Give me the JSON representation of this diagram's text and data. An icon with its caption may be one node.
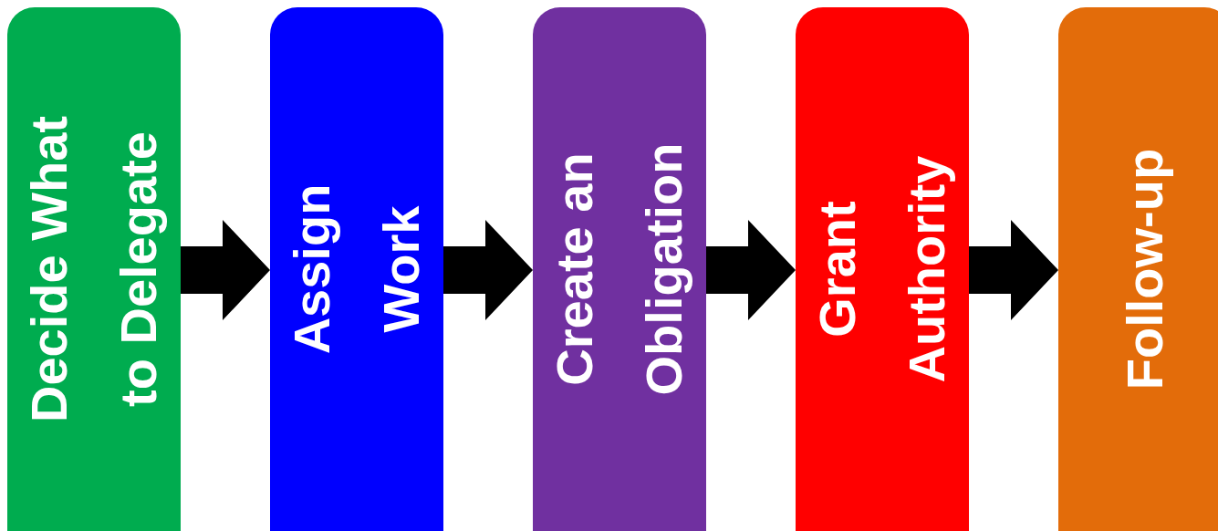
{
  "diagram": {
    "nodes": [
      {
        "text": [
          "Decide What to Delegate"
        ]
      },
      {
        "text": [
          "Assign Work"
        ]
      },
      {
        "text": [
          "Create an Obligation"
        ]
      },
      {
        "text": [
          "Grant Authority"
        ]
      },
      {
        "text": [
          "Follow-up"
        ]
      }
    ],
    "edges": [
      {
        "from": 0,
        "to": 1,
        "arrow": "to"
      },
      {
        "from": 1,
        "to": 2,
        "arrow": "to"
      },
      {
        "from": 2,
        "to": 3,
        "arrow": "to"
      },
      {
        "from": 3,
        "to": 4,
        "arrow": "to"
      }
    ]
  }
}
